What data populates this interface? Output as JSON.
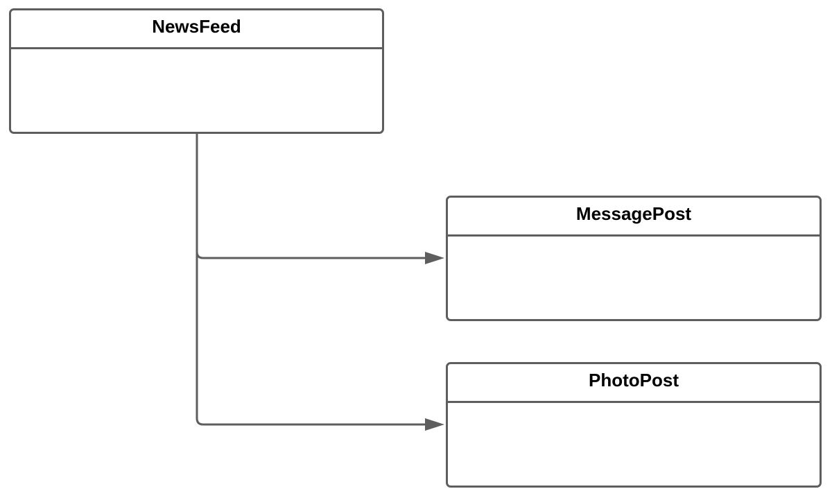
{
  "diagram": {
    "classes": [
      {
        "id": "newsfeed",
        "name": "NewsFeed"
      },
      {
        "id": "message",
        "name": "MessagePost"
      },
      {
        "id": "photo",
        "name": "PhotoPost"
      }
    ],
    "edges": [
      {
        "from": "NewsFeed",
        "to": "MessagePost",
        "arrow": "filled-triangle"
      },
      {
        "from": "NewsFeed",
        "to": "PhotoPost",
        "arrow": "filled-triangle"
      }
    ],
    "colors": {
      "line": "#5e5e5e",
      "text": "#000000",
      "background": "#ffffff"
    }
  }
}
